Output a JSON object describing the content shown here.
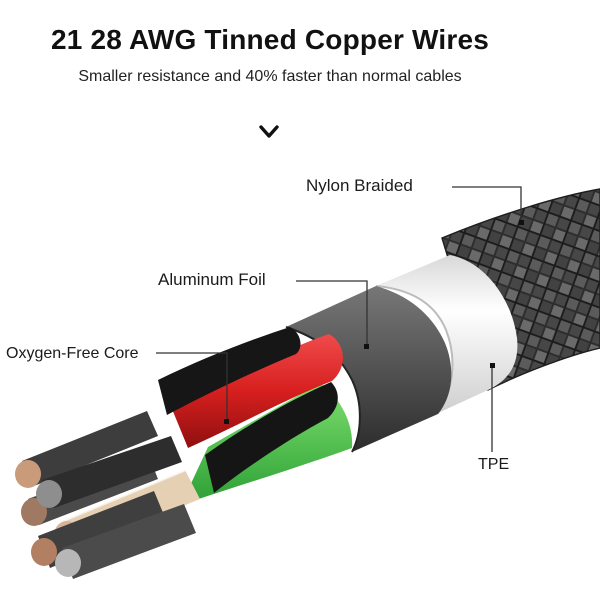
{
  "header": {
    "title": "21 28 AWG Tinned Copper Wires",
    "subtitle": "Smaller resistance and 40% faster than normal cables"
  },
  "callouts": {
    "nylon": "Nylon Braided",
    "foil": "Aluminum Foil",
    "core": "Oxygen-Free Core",
    "tpe": "TPE"
  },
  "icons": {
    "scroll_hint": "chevron-down-icon"
  },
  "colors": {
    "background": "#ffffff",
    "braid": "#3a3a3a",
    "tpe_jacket": "#f2f2f2",
    "foil": "#4a4a4a",
    "red_wire": "#d71f1f",
    "green_wire": "#3fc845",
    "copper": "#c99b7a"
  }
}
